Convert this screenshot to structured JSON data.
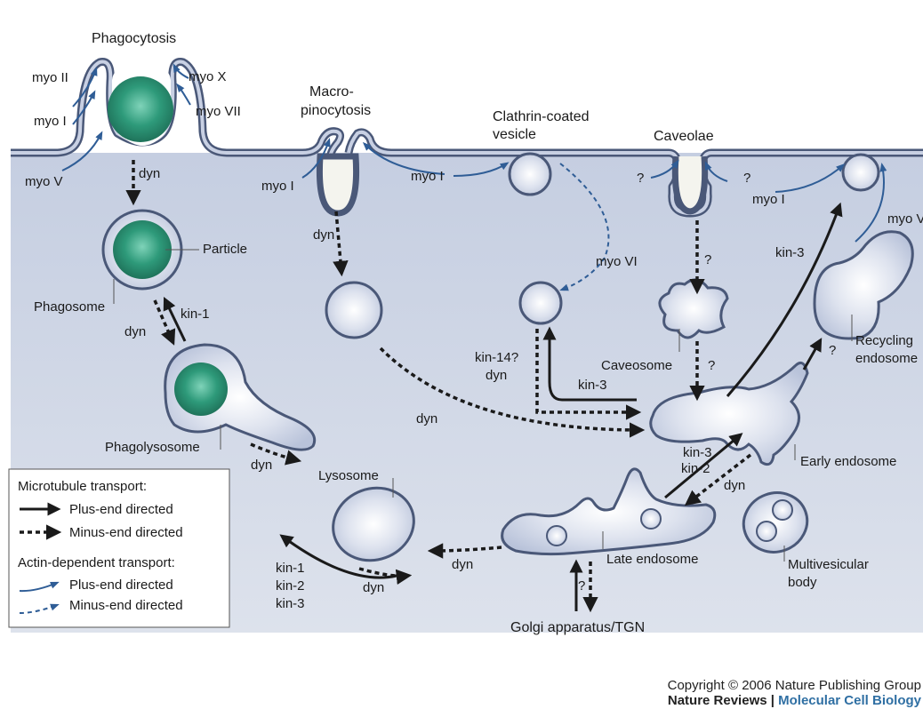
{
  "labels": {
    "phagocytosis": "Phagocytosis",
    "macro_line1": "Macro-",
    "macro_line2": "pinocytosis",
    "clathrin_line1": "Clathrin-coated",
    "clathrin_line2": "vesicle",
    "caveolae": "Caveolae",
    "myo_ii": "myo II",
    "myo_i": "myo I",
    "myo_x": "myo X",
    "myo_vii": "myo VII",
    "myo_v": "myo V",
    "myo_vi": "myo VI",
    "dyn": "dyn",
    "kin_1": "kin-1",
    "kin_2": "kin-2",
    "kin_3": "kin-3",
    "kin_14": "kin-14?",
    "question": "?",
    "particle": "Particle",
    "phagosome": "Phagosome",
    "phagolysosome": "Phagolysosome",
    "lysosome": "Lysosome",
    "caveosome": "Caveosome",
    "recycling_line1": "Recycling",
    "recycling_line2": "endosome",
    "early_endosome": "Early endosome",
    "late_endosome": "Late endosome",
    "mvb_line1": "Multivesicular",
    "mvb_line2": "body",
    "golgi": "Golgi apparatus/TGN"
  },
  "legend": {
    "microtubule_title": "Microtubule transport:",
    "mt_plus": "Plus-end directed",
    "mt_minus": "Minus-end directed",
    "actin_title": "Actin-dependent transport:",
    "actin_plus": "Plus-end directed",
    "actin_minus": "Minus-end directed"
  },
  "footer": {
    "copyright": "Copyright © 2006 Nature Publishing Group",
    "brand_journal": "Nature Reviews",
    "brand_sep": " | ",
    "brand_section": "Molecular Cell Biology"
  },
  "colors": {
    "cytoplasm": "#cdd5e4",
    "membrane": "#4a5878",
    "organelle": "#d5dbea",
    "particle": "#2e9a7a",
    "actin_arrow": "#2f5d96",
    "mt_arrow": "#1a1a1a"
  }
}
